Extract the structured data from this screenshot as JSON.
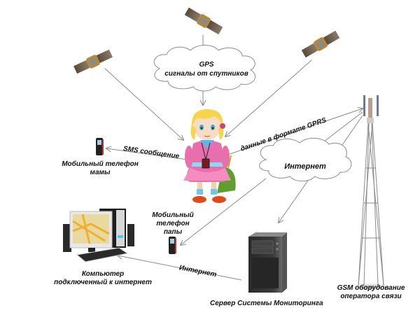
{
  "diagram": {
    "gps_cloud": {
      "line1": "GPS",
      "line2": "сигналы от спутников"
    },
    "internet_cloud": {
      "label": "Интернет"
    },
    "edges": {
      "sms": "SMS сообщение",
      "gprs": "данные в формате GPRS",
      "internet": "Интернет"
    },
    "nodes": {
      "mom_phone": {
        "line1": "Мобильный телефон",
        "line2": "мамы"
      },
      "dad_phone": {
        "line1": "Мобильный",
        "line2": "телефон",
        "line3": "папы"
      },
      "computer": {
        "line1": "Компьютер",
        "line2": "подключенный к интернет"
      },
      "server": {
        "label": "Сервер Системы Мониторинга"
      },
      "gsm": {
        "line1": "GSM оборудование",
        "line2": "оператора связи"
      }
    },
    "colors": {
      "arrow": "#8a8a8a",
      "cloud_stroke": "#8c8c8c",
      "dress": "#e86fae",
      "hair": "#f6d54a",
      "phone_red": "#c0392b",
      "bag": "#5f9e2e"
    }
  }
}
